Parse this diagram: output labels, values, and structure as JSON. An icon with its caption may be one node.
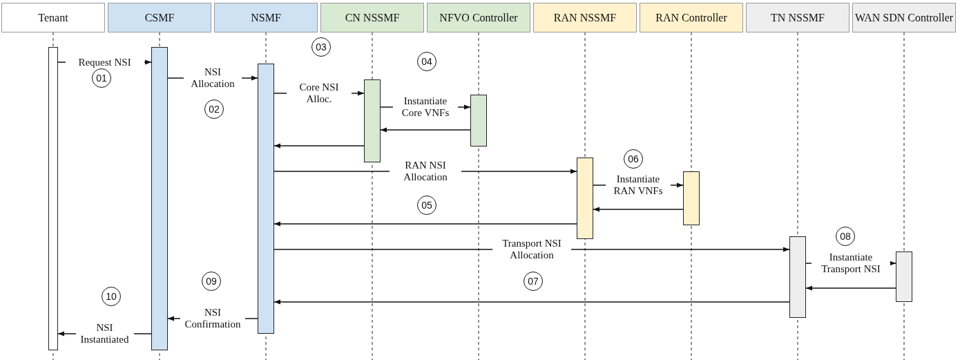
{
  "diagram": {
    "nodes": [
      {
        "text": [
          "Tenant"
        ]
      },
      {
        "text": [
          "CSMF"
        ]
      },
      {
        "text": [
          "NSMF"
        ]
      },
      {
        "text": [
          "CN NSSMF"
        ]
      },
      {
        "text": [
          "NFVO Controller"
        ]
      },
      {
        "text": [
          "RAN NSSMF"
        ]
      },
      {
        "text": [
          "RAN Controller"
        ]
      },
      {
        "text": [
          "TN NSSMF"
        ]
      },
      {
        "text": [
          "WAN SDN Controller"
        ]
      },
      {
        "text": [],
        "shape": "bar"
      },
      {
        "text": [],
        "shape": "bar"
      },
      {
        "text": [],
        "shape": "bar"
      },
      {
        "text": [],
        "shape": "bar"
      },
      {
        "text": [],
        "shape": "bar"
      },
      {
        "text": [],
        "shape": "bar"
      },
      {
        "text": [],
        "shape": "bar"
      },
      {
        "text": [],
        "shape": "bar"
      },
      {
        "text": [],
        "shape": "bar"
      },
      {
        "text": [
          "01"
        ]
      },
      {
        "text": [
          "02"
        ]
      },
      {
        "text": [
          "03"
        ]
      },
      {
        "text": [
          "04"
        ]
      },
      {
        "text": [
          "05"
        ]
      },
      {
        "text": [
          "06"
        ]
      },
      {
        "text": [
          "07"
        ]
      },
      {
        "text": [
          "08"
        ]
      },
      {
        "text": [
          "09"
        ]
      },
      {
        "text": [
          "10"
        ]
      }
    ],
    "edges": [
      {
        "from": 9,
        "to": 10,
        "arrow": "to",
        "label": "Request NSI"
      },
      {
        "from": 10,
        "to": 11,
        "arrow": "to",
        "label": "NSI Allocation"
      },
      {
        "from": 11,
        "to": 12,
        "arrow": "to",
        "label": "Core NSI Alloc."
      },
      {
        "from": 12,
        "to": 13,
        "arrow": "to",
        "label": "Instantiate Core VNFs"
      },
      {
        "from": 13,
        "to": 12,
        "arrow": "to"
      },
      {
        "from": 12,
        "to": 11,
        "arrow": "to"
      },
      {
        "from": 11,
        "to": 14,
        "arrow": "to",
        "label": "RAN NSI Allocation"
      },
      {
        "from": 14,
        "to": 15,
        "arrow": "to",
        "label": "Instantiate RAN VNFs"
      },
      {
        "from": 15,
        "to": 14,
        "arrow": "to"
      },
      {
        "from": 14,
        "to": 11,
        "arrow": "to"
      },
      {
        "from": 11,
        "to": 16,
        "arrow": "to",
        "label": "Transport NSI Allocation"
      },
      {
        "from": 16,
        "to": 17,
        "arrow": "to",
        "label": "Instantiate Transport NSI"
      },
      {
        "from": 17,
        "to": 16,
        "arrow": "to"
      },
      {
        "from": 16,
        "to": 11,
        "arrow": "to"
      },
      {
        "from": 11,
        "to": 10,
        "arrow": "to",
        "label": "NSI Confirmation"
      },
      {
        "from": 10,
        "to": 9,
        "arrow": "to",
        "label": "NSI Instantiated"
      }
    ]
  }
}
